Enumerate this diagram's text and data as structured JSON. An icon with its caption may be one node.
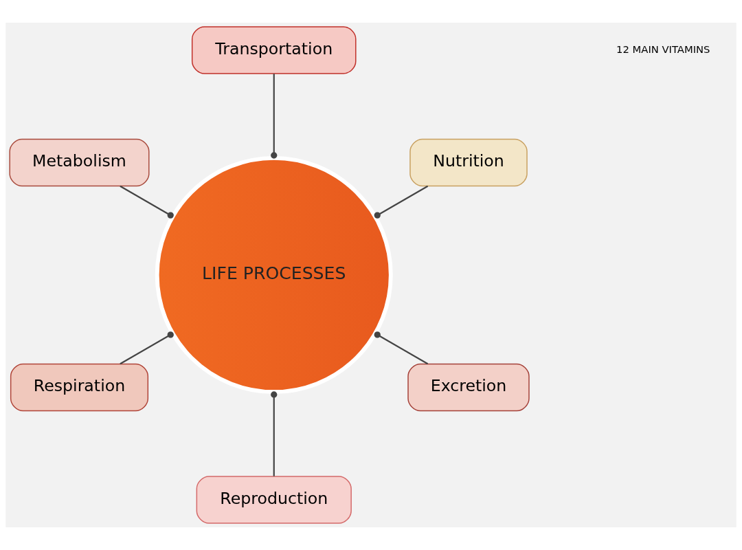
{
  "diagram": {
    "nodes": [
      {
        "text": [
          "Nutrition"
        ]
      },
      {
        "text": [
          "Transportation"
        ]
      },
      {
        "text": [
          "Metabolism"
        ]
      },
      {
        "text": [
          "LIFE PROCESSES"
        ]
      },
      {
        "text": [
          "Respiration"
        ]
      },
      {
        "text": [
          "Reproduction"
        ]
      },
      {
        "text": [
          "Excretion"
        ]
      }
    ],
    "edges": [
      {
        "from": 0,
        "to": 3,
        "arrow": "other"
      },
      {
        "from": 1,
        "to": 3,
        "arrow": "other"
      },
      {
        "from": 2,
        "to": 3,
        "arrow": "other"
      },
      {
        "from": 4,
        "to": 3,
        "arrow": "other"
      },
      {
        "from": 5,
        "to": 3,
        "arrow": "other"
      },
      {
        "from": 6,
        "to": 3,
        "arrow": "other"
      }
    ],
    "labels": [
      "12 MAIN VITAMINS"
    ]
  }
}
